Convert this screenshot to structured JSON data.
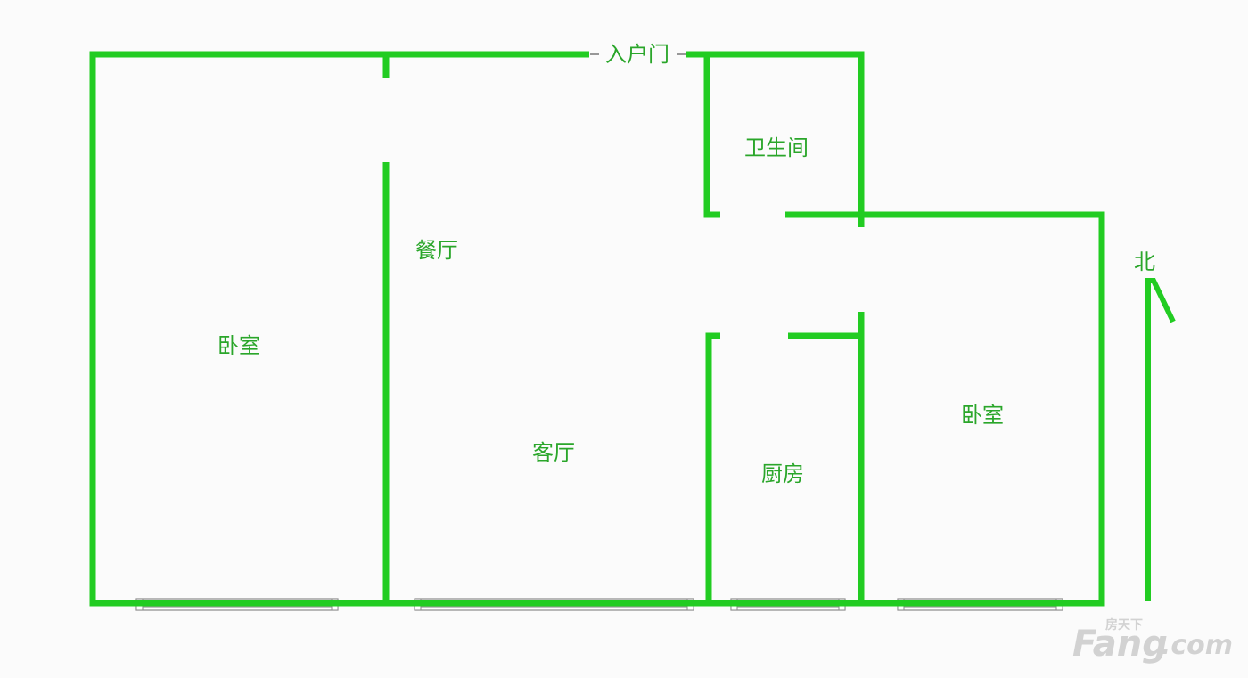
{
  "colors": {
    "wall": "#22cc22",
    "label": "#2aa62a",
    "window": "#8a8a8a",
    "background": "#fbfbfb",
    "watermark": "#d2d2d2"
  },
  "entrance": {
    "label": "入户门"
  },
  "rooms": {
    "bedroom_left": "卧室",
    "dining": "餐厅",
    "living": "客厅",
    "bathroom": "卫生间",
    "kitchen": "厨房",
    "bedroom_right": "卧室"
  },
  "compass": {
    "label": "北",
    "icon": "north-arrow-icon"
  },
  "watermark": {
    "cn": "房天下",
    "brand": "Fang",
    "suffix": ".com"
  }
}
